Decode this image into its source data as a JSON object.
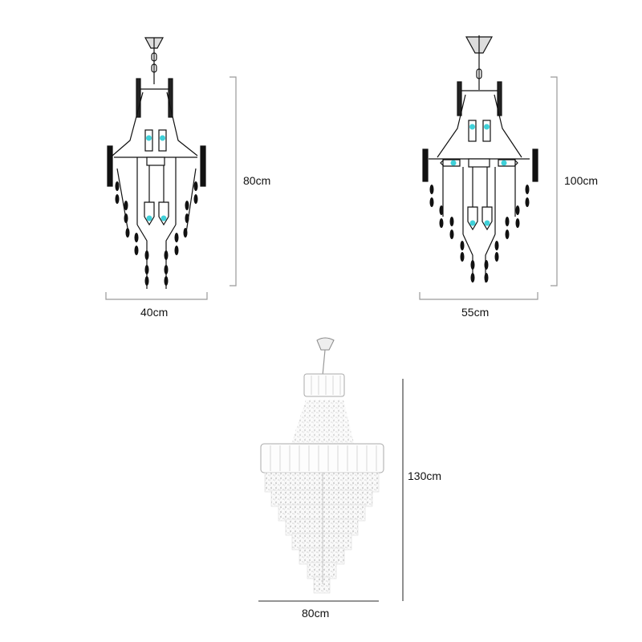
{
  "figure": {
    "type": "product-dimension-diagram",
    "colors": {
      "background": "#ffffff",
      "line_light": "#9a9a9a",
      "line_dark": "#555555",
      "drawing": "#111111",
      "bulb_accent": "#3fd0d8",
      "crystal": "#c8c8c8"
    }
  },
  "products": [
    {
      "name": "small-chandelier",
      "height": {
        "label": "80cm"
      },
      "width": {
        "label": "40cm"
      }
    },
    {
      "name": "medium-chandelier",
      "height": {
        "label": "100cm"
      },
      "width": {
        "label": "55cm"
      }
    },
    {
      "name": "crystal-chandelier",
      "height": {
        "label": "130cm"
      },
      "width": {
        "label": "80cm"
      }
    }
  ]
}
